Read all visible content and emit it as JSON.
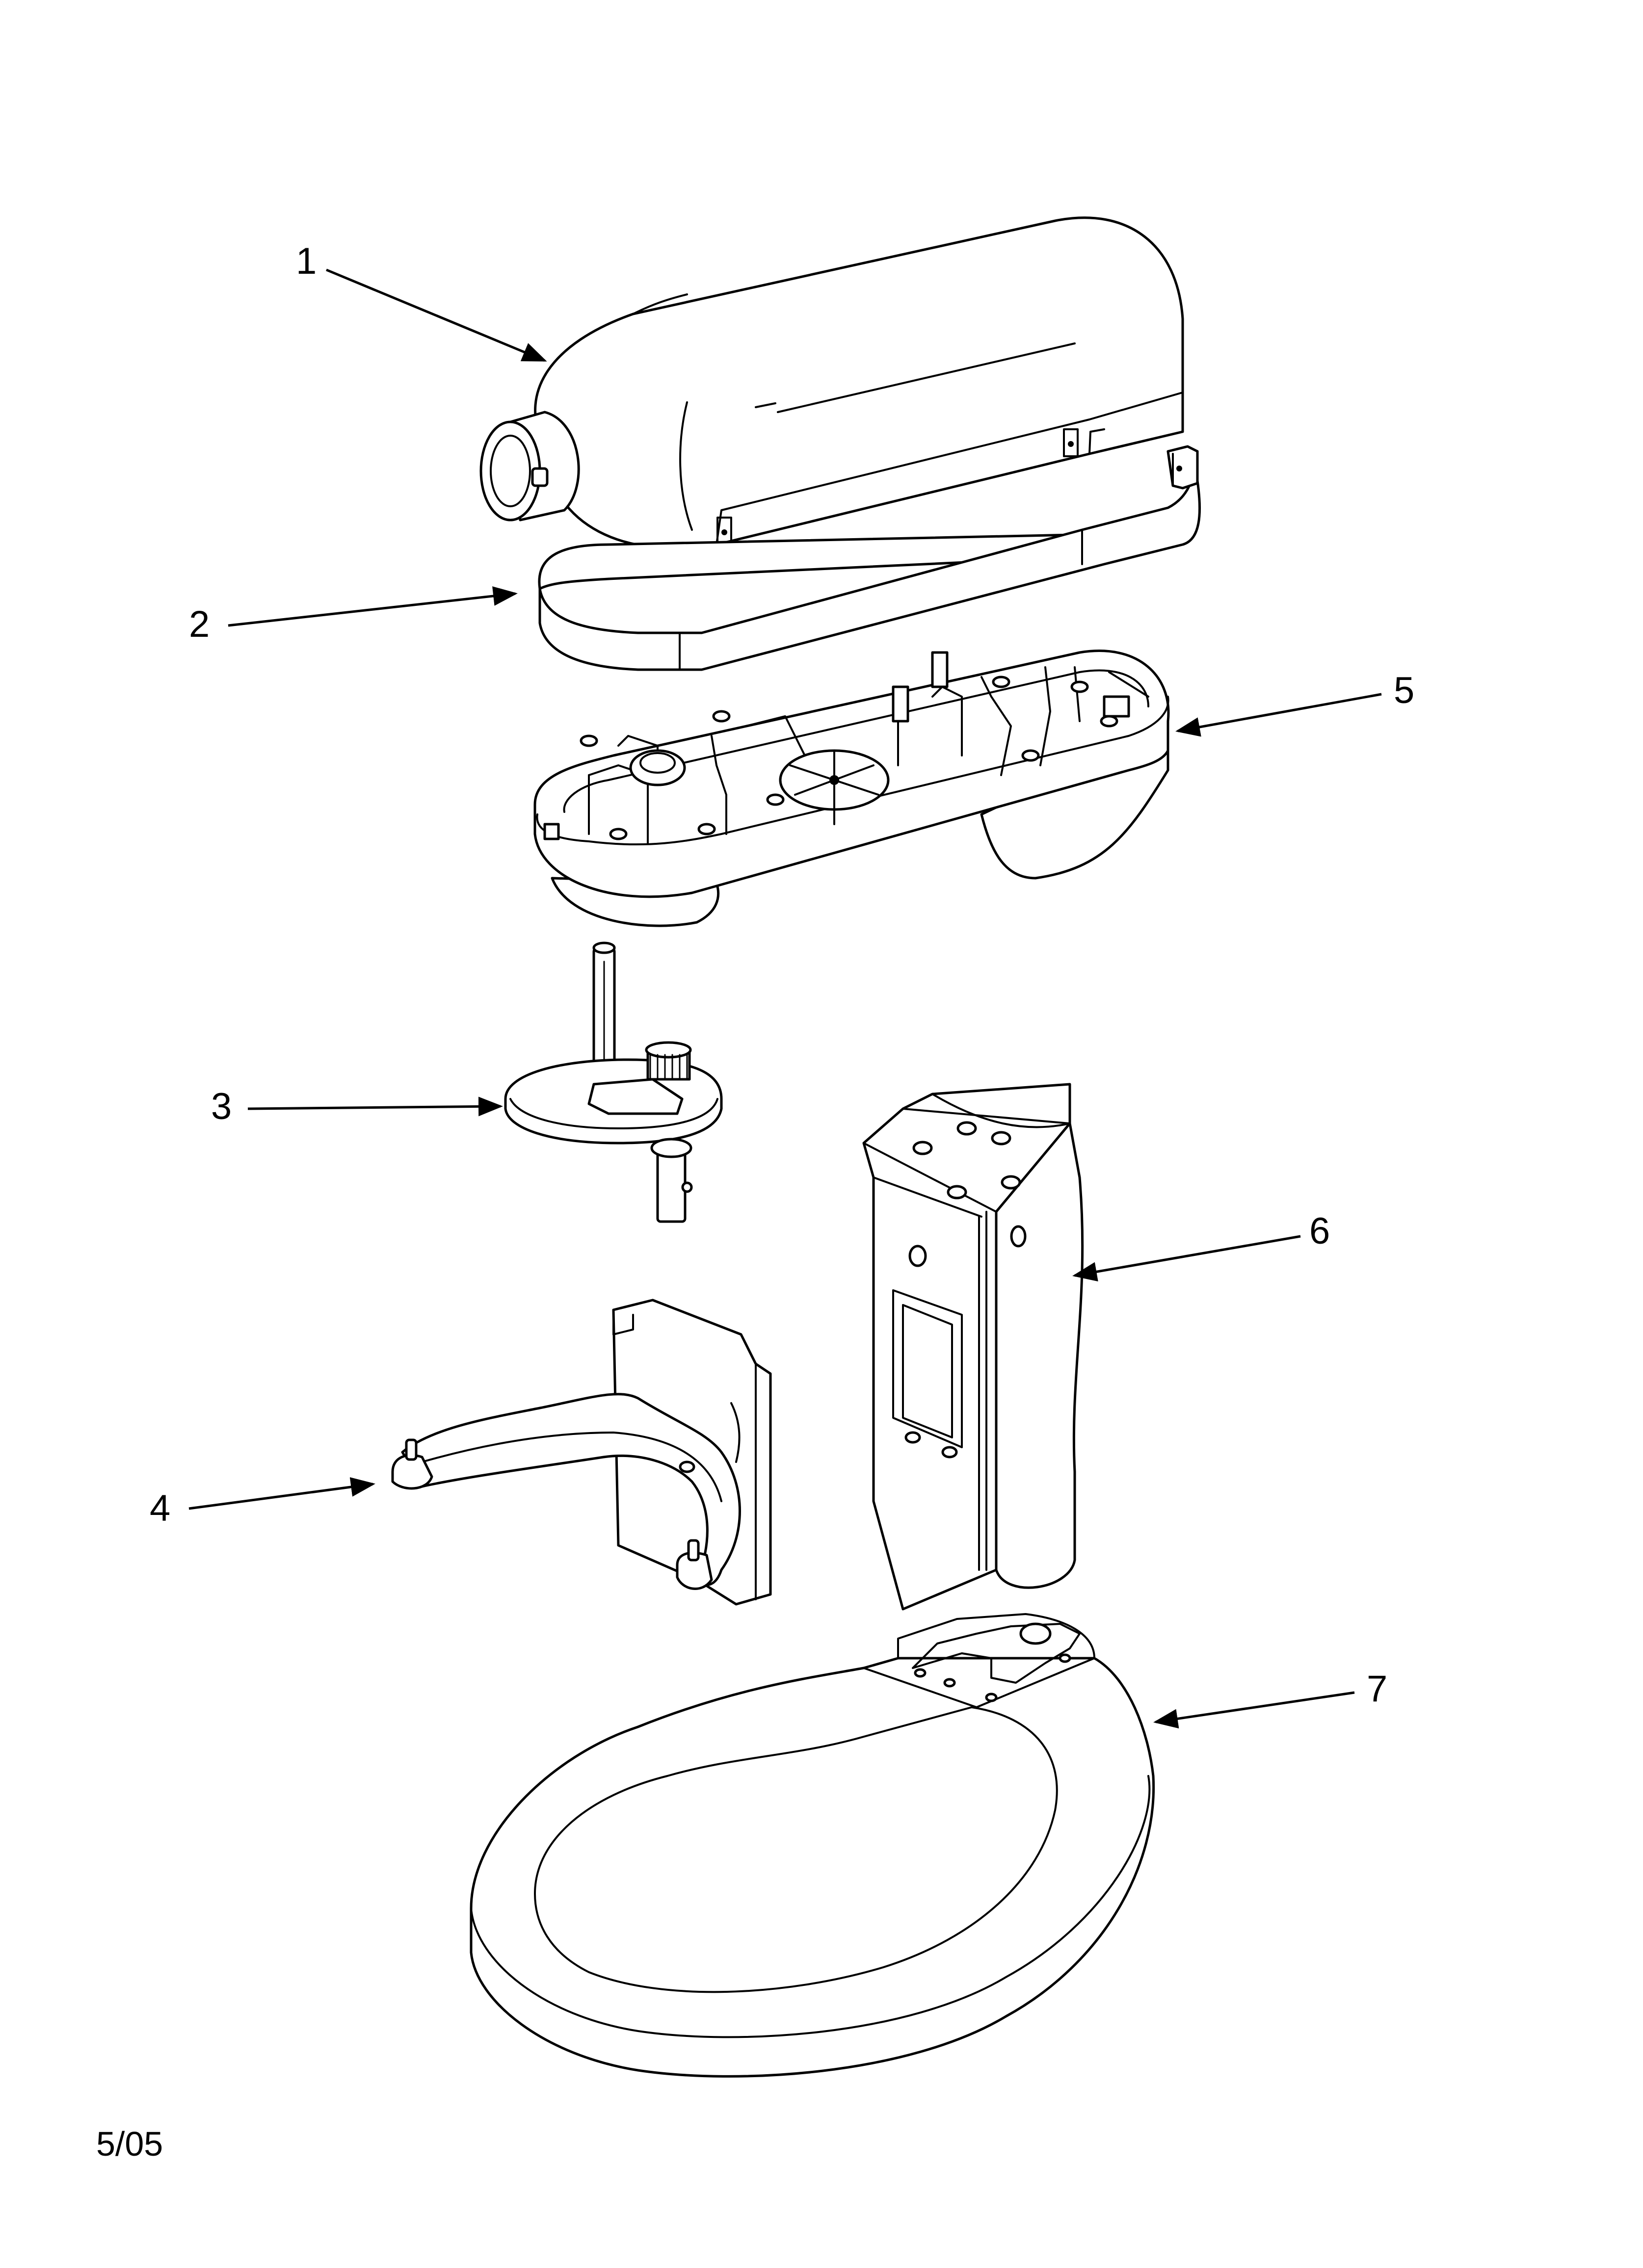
{
  "diagram": {
    "callouts": [
      {
        "id": "1",
        "label": "1"
      },
      {
        "id": "2",
        "label": "2"
      },
      {
        "id": "3",
        "label": "3"
      },
      {
        "id": "4",
        "label": "4"
      },
      {
        "id": "5",
        "label": "5"
      },
      {
        "id": "6",
        "label": "6"
      },
      {
        "id": "7",
        "label": "7"
      }
    ],
    "footer_date": "5/05"
  },
  "colors": {
    "line": "#000000",
    "background": "#ffffff"
  }
}
